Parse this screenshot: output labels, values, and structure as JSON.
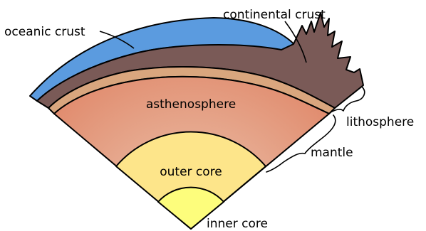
{
  "labels": {
    "oceanic_crust": "oceanic crust",
    "continental_crust": "continental crust",
    "asthenosphere": "asthenosphere",
    "lithosphere": "lithosphere",
    "mantle": "mantle",
    "outer_core": "outer core",
    "inner_core": "inner core"
  },
  "colors": {
    "oceanic_crust": "#5b9bdf",
    "continental_crust": "#7a5a57",
    "lithospheric_mantle": "#d9a67e",
    "asthenosphere_center": "#e8b39a",
    "asthenosphere_edge": "#e0886a",
    "outer_core": "#fde58a",
    "inner_core": "#fdfd7c",
    "outline": "#000000"
  }
}
